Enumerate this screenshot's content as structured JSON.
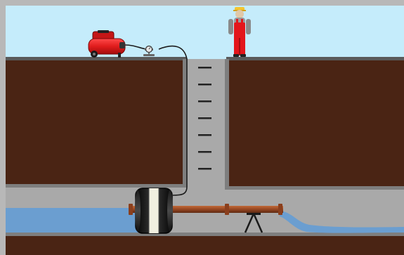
{
  "scene": {
    "depicts": [
      "sky",
      "ground",
      "shaft",
      "sewer-channel",
      "water-flow",
      "air-compressor",
      "air-hose",
      "pressure-gauge",
      "worker",
      "pipe-plug",
      "bypass-pipe",
      "pipe-stand",
      "shaft-ladder"
    ],
    "colors": {
      "frame": "#b8b8b8",
      "sky": "#c5ecfb",
      "soil": "#4a2414",
      "concrete": "#a9a9a9",
      "concrete_edge": "#7e7e7e",
      "water": "#6b9ed0",
      "compressor": "#e01c1c",
      "worker_overalls": "#e3161b",
      "worker_helmet": "#f4c531",
      "plug_body": "#141414",
      "plug_band": "#f1efe0",
      "pipe": "#9b4a24",
      "hose": "#1c1c1c",
      "ladder_rung": "#222222"
    },
    "ladder_rungs": 7
  }
}
